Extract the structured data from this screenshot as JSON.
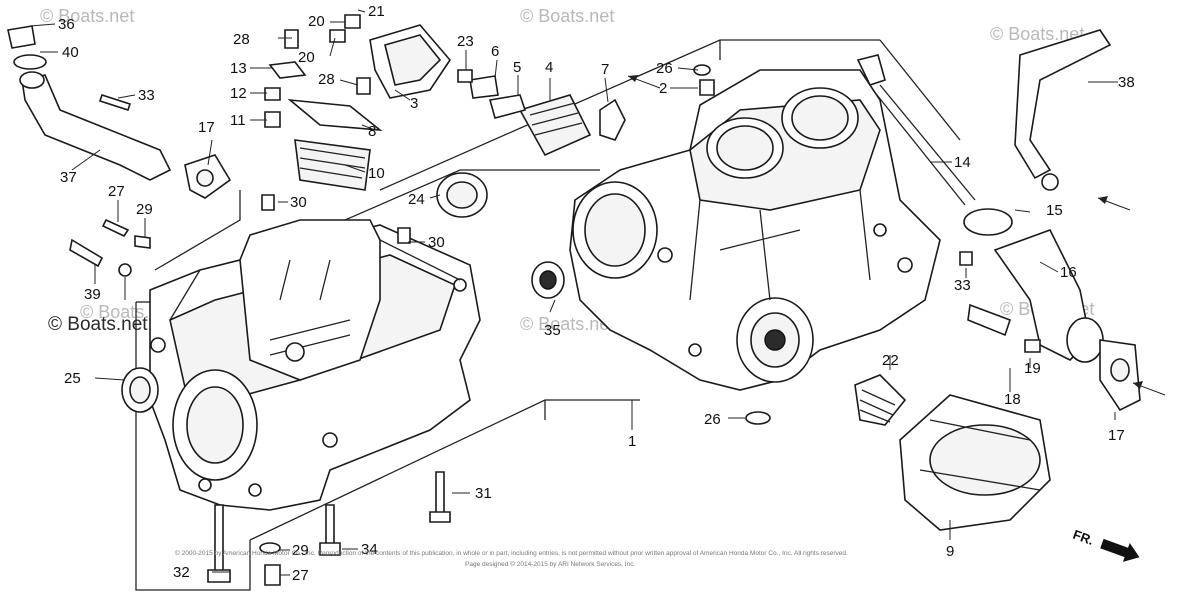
{
  "watermarks": [
    "© Boats.net",
    "© Boats.net",
    "© Boats.net",
    "© Boats.net",
    "© Boats.net",
    "© Boats.net",
    "© Boats.net"
  ],
  "front_marker": "FR.",
  "copyright_line1": "© 2000-2015 by American Honda Motor Co., Inc. Reproduction of the contents of this publication, in whole or in part, including entries, is not permitted without prior written approval of American Honda Motor Co., Inc. All rights reserved.",
  "copyright_line2": "Page designed © 2014-2015 by ARI Network Services, Inc.",
  "callouts": {
    "c1": "1",
    "c2": "2",
    "c3": "3",
    "c4": "4",
    "c5": "5",
    "c6": "6",
    "c7": "7",
    "c8": "8",
    "c9": "9",
    "c10": "10",
    "c11": "11",
    "c12": "12",
    "c13": "13",
    "c14": "14",
    "c15": "15",
    "c16": "16",
    "c17a": "17",
    "c17b": "17",
    "c18": "18",
    "c19": "19",
    "c20a": "20",
    "c20b": "20",
    "c21": "21",
    "c22": "22",
    "c23": "23",
    "c24": "24",
    "c25": "25",
    "c26a": "26",
    "c26b": "26",
    "c27a": "27",
    "c27b": "27",
    "c28a": "28",
    "c28b": "28",
    "c29a": "29",
    "c29b": "29",
    "c30a": "30",
    "c30b": "30",
    "c31": "31",
    "c32": "32",
    "c33a": "33",
    "c33b": "33",
    "c34": "34",
    "c35": "35",
    "c36": "36",
    "c37": "37",
    "c38": "38",
    "c39": "39",
    "c40": "40"
  }
}
